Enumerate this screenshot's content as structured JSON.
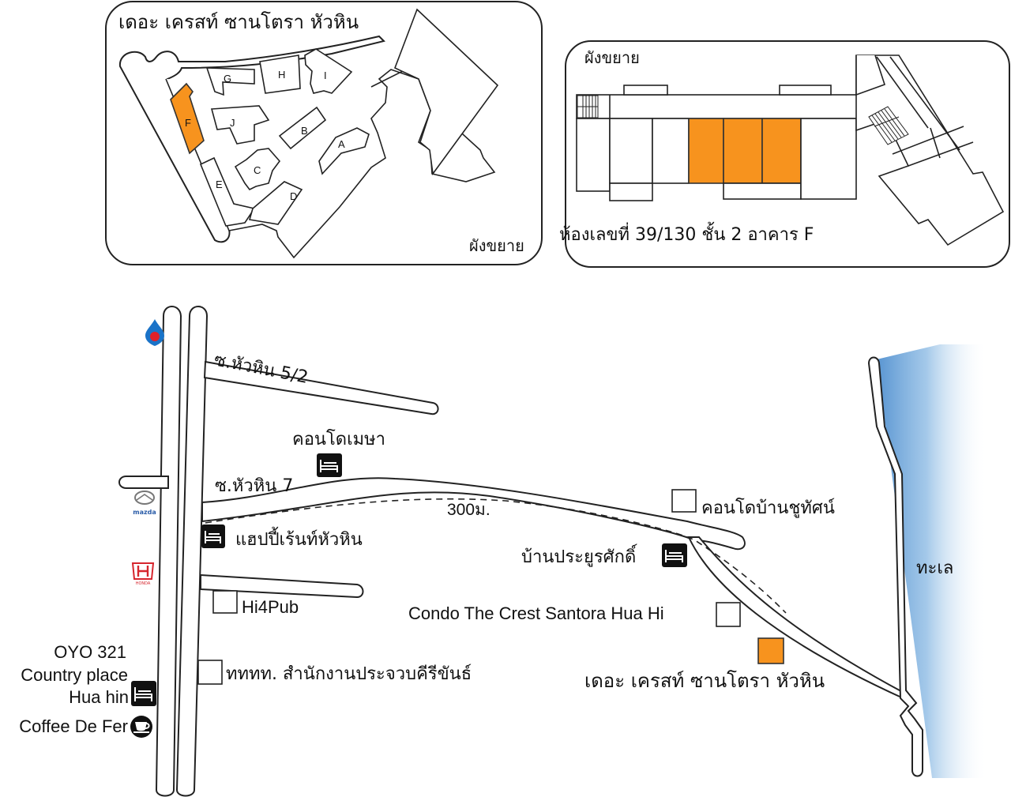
{
  "colors": {
    "highlight": "#f7931e",
    "sea": "#5b9bd5",
    "ptt_blue": "#1a73c8",
    "ptt_red": "#e0202a",
    "mazda_blue": "#2a5ca8",
    "honda_red": "#d6262e",
    "icon_bg": "#111111"
  },
  "site_plan": {
    "title": "เดอะ เครสท์ ซานโตรา หัวหิน",
    "footer": "ผังขยาย",
    "buildings": [
      "A",
      "B",
      "C",
      "D",
      "E",
      "F",
      "G",
      "H",
      "I",
      "J"
    ],
    "highlighted_building": "F"
  },
  "floor_plan": {
    "title": "ผังขยาย",
    "caption": "ห้องเลขที่ 39/130 ชั้น 2 อาคาร F"
  },
  "map": {
    "roads": {
      "soi_5_2": "ซ.หัวหิน 5/2",
      "soi_7": "ซ.หัวหิน 7"
    },
    "distance": "300ม.",
    "sea": "ทะเล",
    "places": {
      "condo_mesa": "คอนโดเมษา",
      "happy_rent": "แฮปปี้เร้นท์หัวหิน",
      "hi4pub": "Hi4Pub",
      "tot_office": "ทททท. สำนักงานประจวบคีรีขันธ์",
      "oyo_line1": "OYO 321",
      "oyo_line2": "Country place",
      "oyo_line3": "Hua hin",
      "coffee": "Coffee De Fer",
      "baan_chuthat": "คอนโดบ้านชูทัศน์",
      "baan_prayoon": "บ้านประยูรศักดิ์",
      "condo_crest": "Condo The Crest Santora Hua Hi",
      "destination": "เดอะ เครสท์ ซานโตรา หัวหิน"
    },
    "logos": {
      "ptt": "PTT",
      "mazda": "mazda",
      "honda": "HONDA"
    }
  }
}
